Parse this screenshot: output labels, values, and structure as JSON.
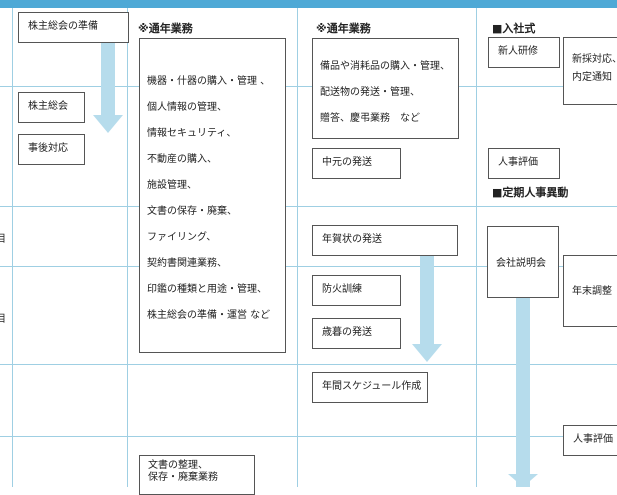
{
  "columns": {
    "col2": {
      "header": "※通年業務",
      "items": [
        "機器・什器の購入・管理 、",
        "個人情報の管理、",
        "情報セキュリティ、",
        "不動産の購入、",
        "施設管理、",
        "文書の保存・廃棄、",
        "ファイリング、",
        "契約書関連業務、",
        "印鑑の種類と用途・管理、",
        "株主総会の準備・運営 など"
      ],
      "bottom_box": [
        "文書の整理、",
        "保存・廃棄業務"
      ]
    },
    "col3": {
      "header": "※通年業務",
      "items": [
        "備品や消耗品の購入・管理、",
        "配送物の発送・管理、",
        "贈答、慶弔業務　など"
      ],
      "boxes": {
        "chugen": "中元の発送",
        "nenga": "年賀状の発送",
        "bouka": "防火訓練",
        "seibo": "歳暮の発送",
        "schedule": "年間スケジュール作成"
      }
    },
    "col1": {
      "boxes": {
        "prep": "株主総会の準備",
        "meeting": "株主総会",
        "followup": "事後対応"
      }
    },
    "col4": {
      "header_entry": "■入社式",
      "header_transfer": "■定期人事異動",
      "boxes": {
        "training": "新人研修",
        "eval1": "人事評価",
        "briefing": "会社説明会"
      }
    },
    "col5": {
      "boxes": {
        "newhire": [
          "新採対応、",
          "内定通知"
        ],
        "yearend": "年末調整",
        "eval2": "人事評価"
      }
    },
    "edge_marks": [
      "目",
      "目"
    ]
  }
}
